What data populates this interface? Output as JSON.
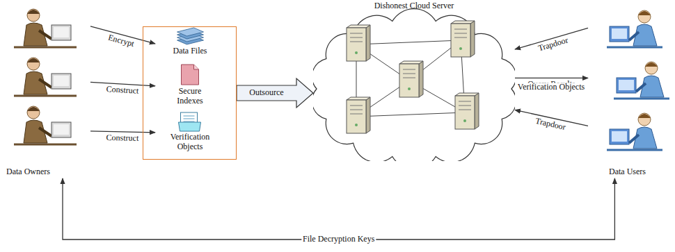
{
  "diagram": {
    "nodes": [
      {
        "text": [
          "Data Owners"
        ]
      },
      {
        "text": []
      },
      {
        "text": [
          "Data Files"
        ],
        "in": 1
      },
      {
        "text": [
          "Secure Indexes"
        ],
        "in": 1
      },
      {
        "text": [
          "Verification Objects"
        ],
        "in": 1
      },
      {
        "text": [
          "Dishonest Cloud Server"
        ]
      },
      {
        "text": [
          "Data Users"
        ]
      }
    ],
    "edges": [
      {
        "from": 0,
        "to": 2,
        "label": "Encrypt",
        "arrow": "to"
      },
      {
        "from": 0,
        "to": 3,
        "label": "Construct",
        "arrow": "to"
      },
      {
        "from": 0,
        "to": 4,
        "label": "Construct",
        "arrow": "to"
      },
      {
        "from": 1,
        "to": 5,
        "label": "Outsource",
        "arrow": "to"
      },
      {
        "from": 6,
        "to": 5,
        "label": "Trapdoor",
        "arrow": "to"
      },
      {
        "from": 5,
        "to": 6,
        "label": "Query Results",
        "arrow": "to"
      },
      {
        "from": 6,
        "to": 5,
        "label": "Trapdoor",
        "arrow": "to"
      },
      {
        "from": 0,
        "to": 6,
        "label": "File Decryption Keys",
        "arrow": "both"
      }
    ],
    "labels": [
      "Verification Objects"
    ]
  }
}
